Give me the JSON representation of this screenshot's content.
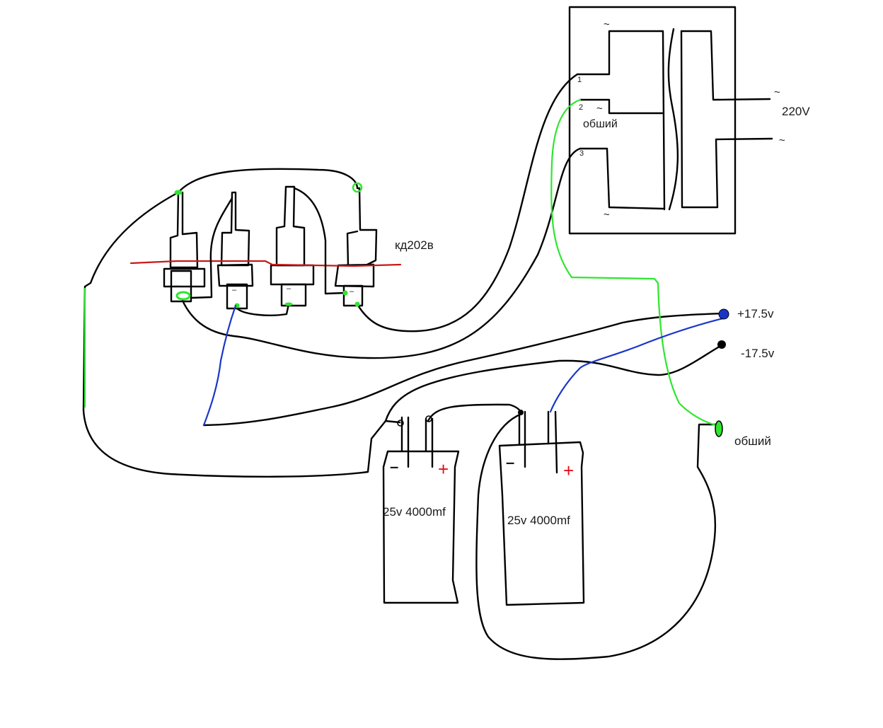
{
  "diagram": {
    "type": "hand-drawn power supply wiring diagram",
    "colors": {
      "wire": "#000000",
      "common_wire": "#2ee62e",
      "positive_wire": "#1a36c8",
      "heatsink_line": "#c81818",
      "plus_sign": "#e0101a",
      "positive_terminal": "#1a36c8",
      "negative_terminal": "#000000"
    },
    "transformer": {
      "secondary_pins": [
        "1",
        "2",
        "3"
      ],
      "pin2_label": "обший",
      "tilde": "~",
      "primary_label": "220V"
    },
    "diode_bridge": {
      "label": "кд202в",
      "diode_count": 4,
      "terminal_mark": "–"
    },
    "outputs": {
      "positive": "+17.5v",
      "negative": "-17.5v",
      "common": "обший"
    },
    "capacitors": [
      {
        "label": "25v 4000mf",
        "minus": "–",
        "plus": "+"
      },
      {
        "label": "25v 4000mf",
        "minus": "–",
        "plus": "+"
      }
    ]
  }
}
